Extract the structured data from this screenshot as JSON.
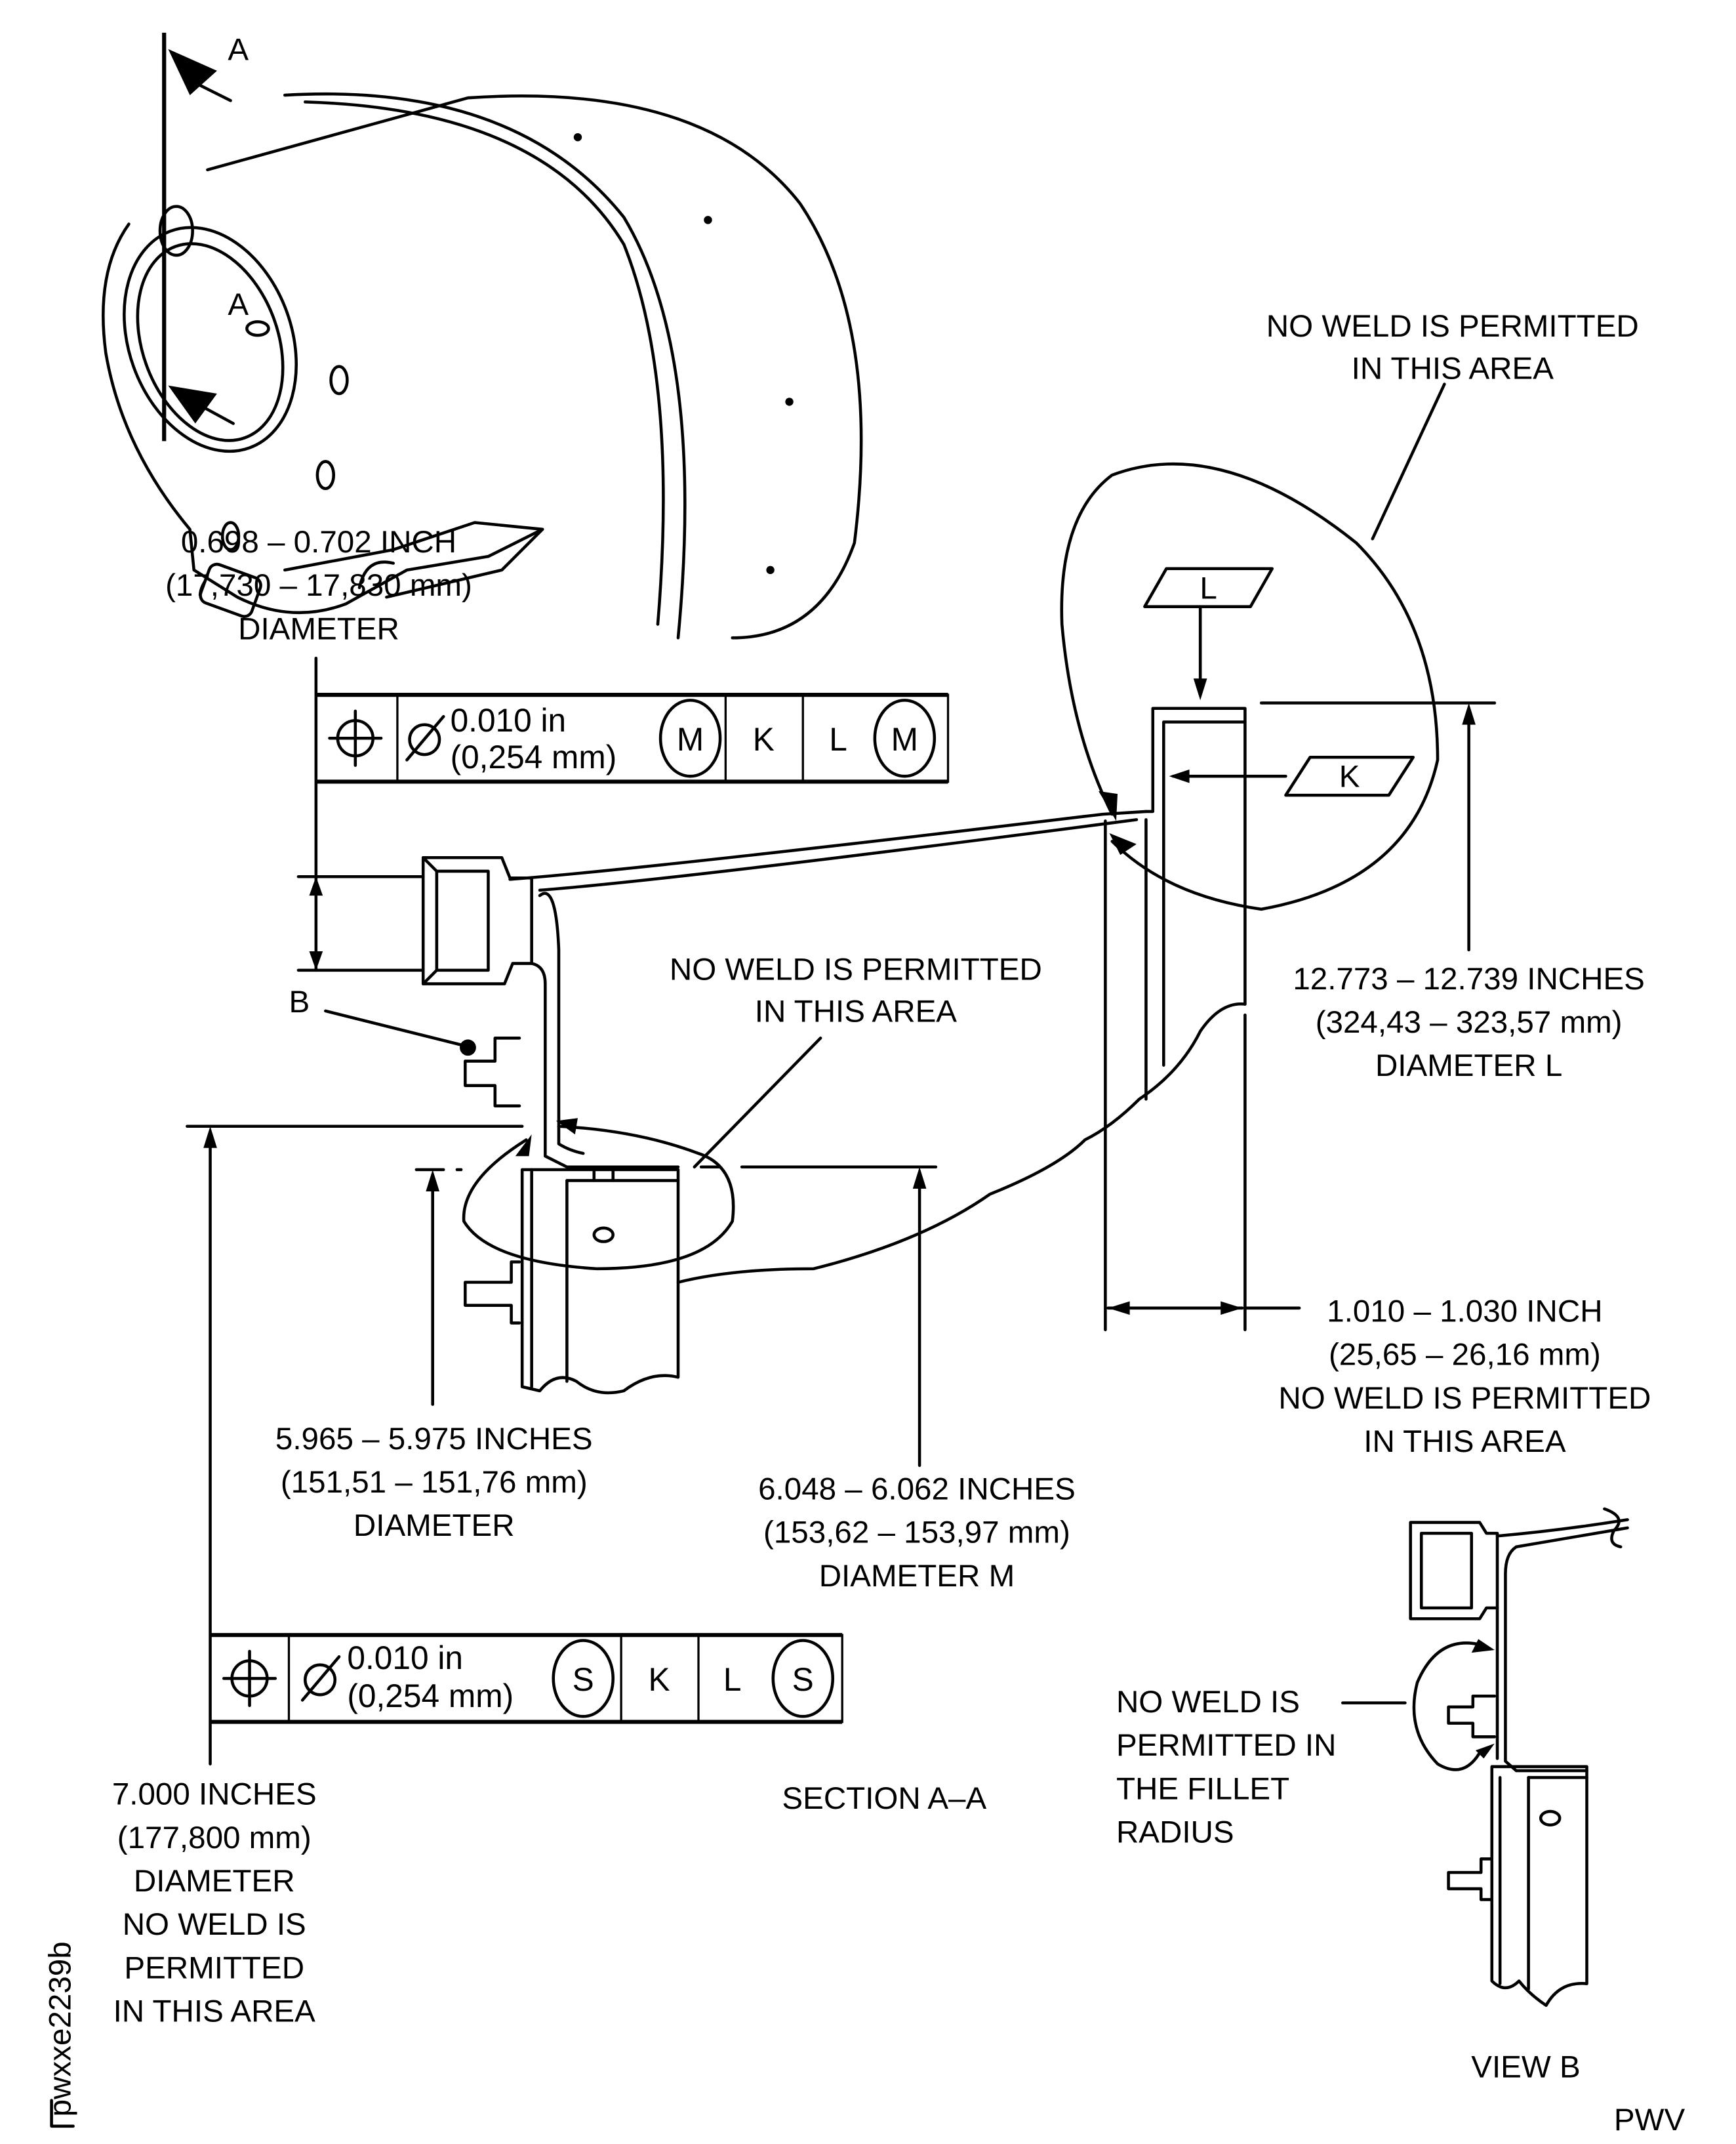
{
  "drawing": {
    "figure_id": "pwxxe2239b",
    "source_mark": "PWV",
    "section_label": "SECTION A–A",
    "view_b_label": "VIEW B",
    "section_marker_letter": "A"
  },
  "callouts": {
    "top_right_no_weld": [
      "NO WELD IS PERMITTED",
      "IN THIS AREA"
    ],
    "middle_no_weld": [
      "NO WELD IS PERMITTED",
      "IN THIS AREA"
    ],
    "boss_diameter": [
      "0.698 – 0.702 INCH",
      "(17,730 – 17,830 mm)",
      "DIAMETER"
    ],
    "diameter_l": [
      "12.773 – 12.739 INCHES",
      "(324,43 – 323,57 mm)",
      "DIAMETER L"
    ],
    "flange_width": [
      "1.010 – 1.030 INCH",
      "(25,65 – 26,16 mm)",
      "NO WELD IS PERMITTED",
      "IN THIS AREA"
    ],
    "diameter_5965": [
      "5.965 – 5.975 INCHES",
      "(151,51 – 151,76 mm)",
      "DIAMETER"
    ],
    "diameter_m": [
      "6.048 – 6.062 INCHES",
      "(153,62 – 153,97 mm)",
      "DIAMETER M"
    ],
    "diameter_7000": [
      "7.000 INCHES",
      "(177,800 mm)",
      "DIAMETER",
      "NO WELD IS",
      "PERMITTED",
      "IN THIS AREA"
    ],
    "fillet_radius": [
      "NO WELD IS",
      "PERMITTED IN",
      "THE FILLET",
      "RADIUS"
    ],
    "view_b_pointer": "B"
  },
  "datums": {
    "l": "L",
    "k": "K"
  },
  "feature_control_frames": [
    {
      "symbol": "position",
      "tolerance_in": "0.010 in",
      "tolerance_mm": "(0,254 mm)",
      "modifier": "M",
      "datum_primary": "K",
      "datum_secondary": "L",
      "datum_secondary_modifier": "M"
    },
    {
      "symbol": "position",
      "tolerance_in": "0.010 in",
      "tolerance_mm": "(0,254 mm)",
      "modifier": "S",
      "datum_primary": "K",
      "datum_secondary": "L",
      "datum_secondary_modifier": "S"
    }
  ]
}
